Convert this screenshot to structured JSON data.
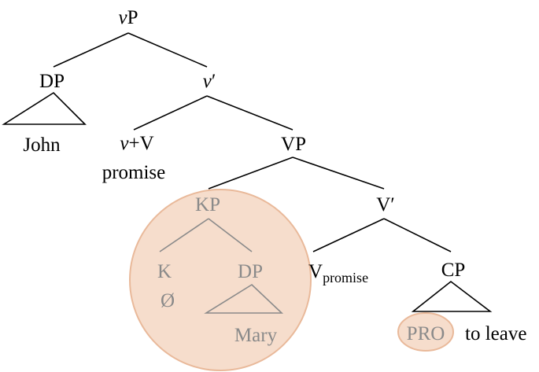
{
  "colors": {
    "highlight_fill": "#f6ddcc",
    "highlight_stroke": "#e9b99a",
    "dim_text": "#8a8a8a",
    "line": "#000000"
  },
  "nodes": {
    "vP": {
      "v": "v",
      "rest": "P"
    },
    "DP_subj": "DP",
    "vbar": {
      "v": "v",
      "rest": "′"
    },
    "john": "John",
    "vV": {
      "v": "v",
      "rest": "+V"
    },
    "promise": "promise",
    "VP": "VP",
    "KP": "KP",
    "Vbar": "V′",
    "K": "K",
    "null": "Ø",
    "DP_obj": "DP",
    "mary": "Mary",
    "Vpromise": {
      "base": "V",
      "sub": "promise"
    },
    "CP": "CP",
    "PRO": "PRO",
    "to_leave": "to leave"
  }
}
